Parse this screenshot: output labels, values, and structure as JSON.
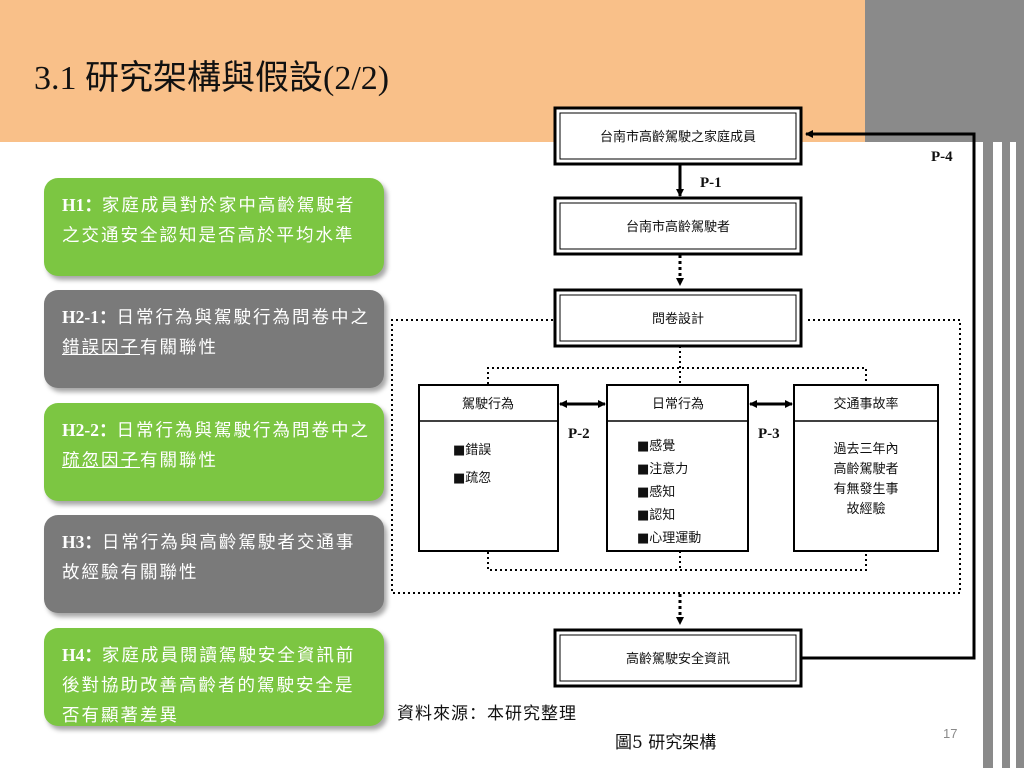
{
  "slide": {
    "title": "3.1 研究架構與假設(2/2)",
    "source_note": "資料來源：本研究整理",
    "caption": "圖5 研究架構",
    "page_number": "17"
  },
  "hypotheses": [
    {
      "id": "H1：",
      "text": "家庭成員對於家中高齡駕駛者之交通安全認知是否高於平均水準",
      "color": "#7cc642"
    },
    {
      "id": "H2-1：",
      "pre": "日常行為與駕駛行為問卷中之",
      "emph": "錯誤因子",
      "post": "有關聯性",
      "color": "#7a7a7a"
    },
    {
      "id": "H2-2：",
      "pre": "日常行為與駕駛行為問卷中之",
      "emph": "疏忽因子",
      "post": "有關聯性",
      "color": "#7cc642"
    },
    {
      "id": "H3：",
      "text": "日常行為與高齡駕駛者交通事故經驗有關聯性",
      "color": "#7a7a7a"
    },
    {
      "id": "H4：",
      "text": "家庭成員閱讀駕駛安全資訊前後對協助改善高齡者的駕駛安全是否有顯著差異",
      "color": "#7cc642"
    }
  ],
  "diagram": {
    "family_box": "台南市高齡駕駛之家庭成員",
    "driver_box": "台南市高齡駕駛者",
    "survey_box": "問卷設計",
    "driving_behavior": {
      "title": "駕駛行為",
      "items": [
        "錯誤",
        "疏忽"
      ]
    },
    "daily_behavior": {
      "title": "日常行為",
      "items": [
        "感覺",
        "注意力",
        "感知",
        "認知",
        "心理運動"
      ]
    },
    "accident_rate": {
      "title": "交通事故率",
      "lines": [
        "過去三年內",
        "高齡駕駛者",
        "有無發生事",
        "故經驗"
      ]
    },
    "info_box": "高齡駕駛安全資訊",
    "paths": {
      "p1": "P-1",
      "p2": "P-2",
      "p3": "P-3",
      "p4": "P-4"
    }
  }
}
